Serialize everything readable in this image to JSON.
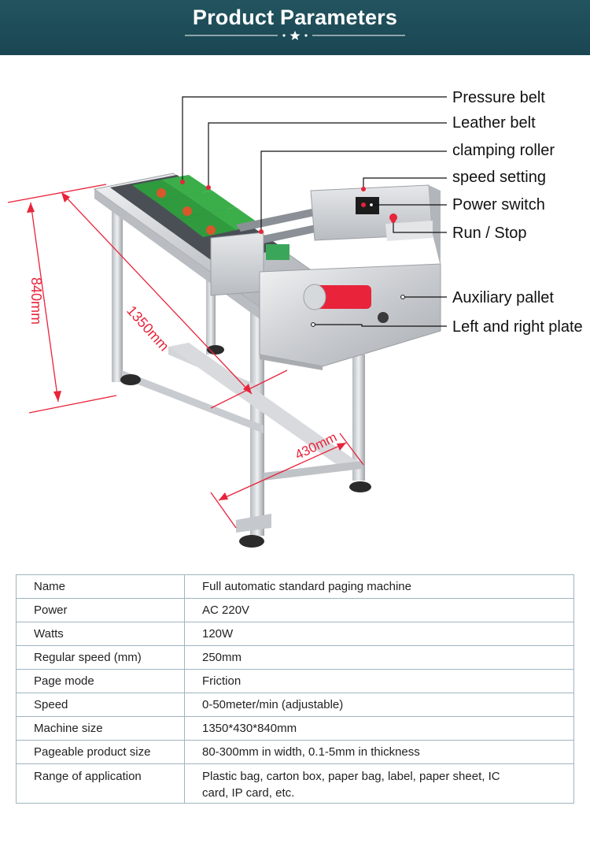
{
  "header": {
    "title": "Product Parameters",
    "colors": {
      "background": "#1d4d5a",
      "text": "#ffffff"
    }
  },
  "figure": {
    "accent_color": "#e8233a",
    "dimensions": {
      "height": "840mm",
      "length": "1350mm",
      "width": "430mm"
    },
    "callouts": [
      {
        "key": "pressure_belt",
        "label": "Pressure belt"
      },
      {
        "key": "leather_belt",
        "label": "Leather belt"
      },
      {
        "key": "clamping_roller",
        "label": "clamping roller"
      },
      {
        "key": "speed_setting",
        "label": "speed setting"
      },
      {
        "key": "power_switch",
        "label": "Power switch"
      },
      {
        "key": "run_stop",
        "label": "Run / Stop"
      },
      {
        "key": "auxiliary_pallet",
        "label": "Auxiliary pallet"
      },
      {
        "key": "left_right_plate",
        "label": "Left and right plate"
      }
    ]
  },
  "specs": [
    {
      "key": "Name",
      "value": "Full automatic standard paging machine"
    },
    {
      "key": "Power",
      "value": "AC 220V"
    },
    {
      "key": "Watts",
      "value": "120W"
    },
    {
      "key": "Regular speed (mm)",
      "value": "250mm"
    },
    {
      "key": "Page mode",
      "value": "Friction"
    },
    {
      "key": "Speed",
      "value": "0-50meter/min (adjustable)"
    },
    {
      "key": "Machine size",
      "value": "1350*430*840mm"
    },
    {
      "key": "Pageable product size",
      "value": "80-300mm in width, 0.1-5mm in thickness"
    },
    {
      "key": "Range of application",
      "value": "Plastic bag, carton box, paper bag, label, paper sheet, IC card, IP card, etc."
    }
  ]
}
